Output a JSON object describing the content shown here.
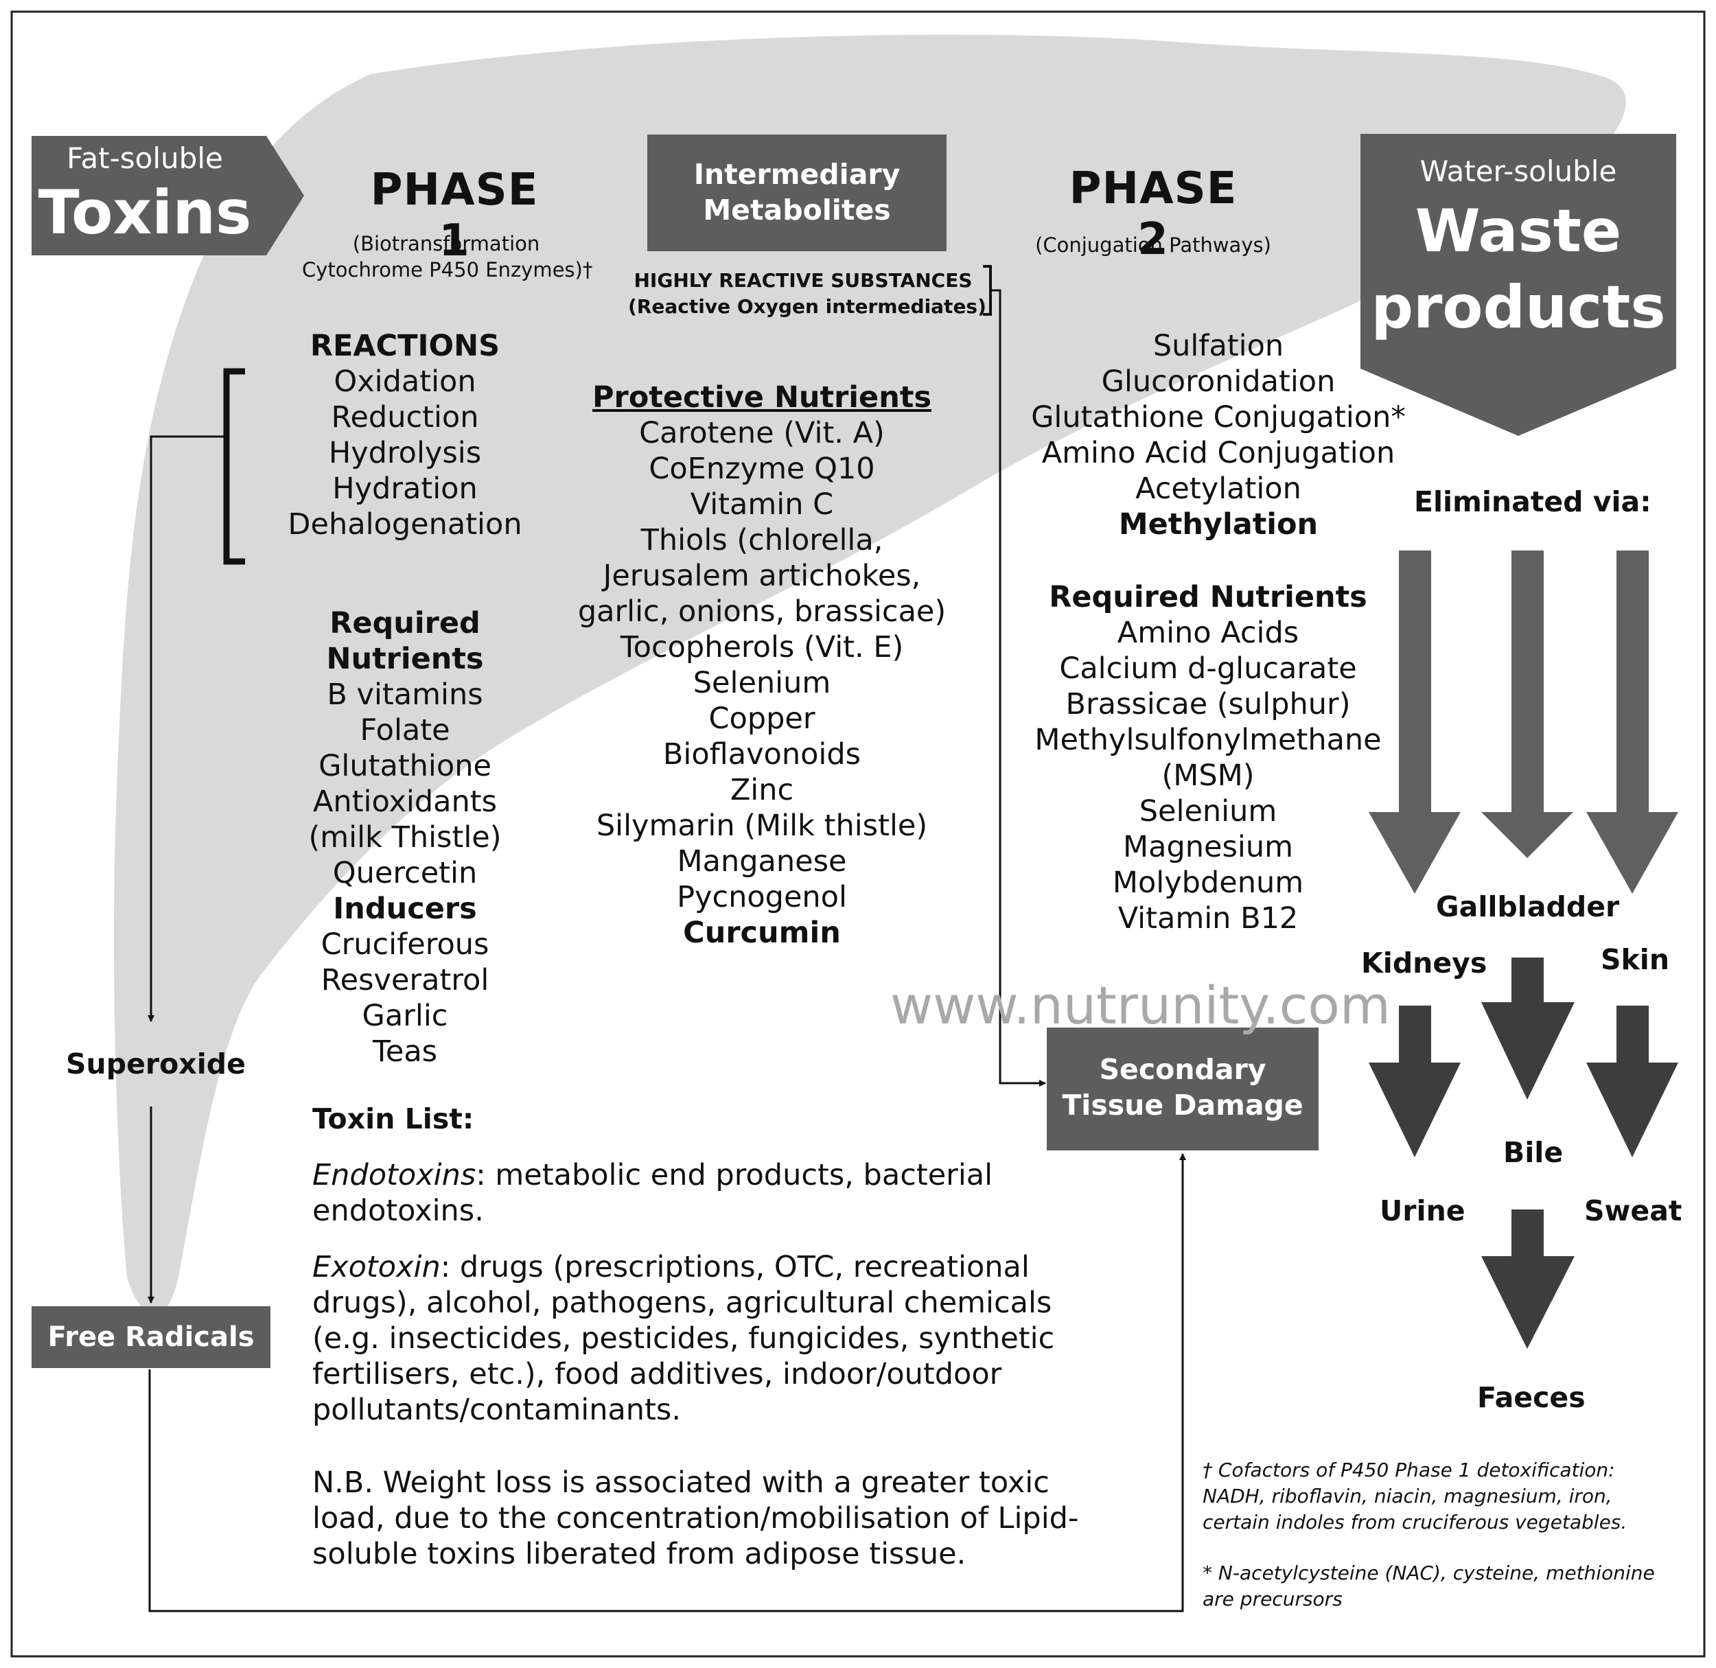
{
  "left": {
    "fat_soluble": "Fat-soluble",
    "toxins": "Toxins",
    "superoxide": "Superoxide",
    "free_radicals": "Free Radicals"
  },
  "phase1": {
    "title": "PHASE 1",
    "subtitle_line1": "(Biotransformation",
    "subtitle_line2": "Cytochrome P450 Enzymes)†",
    "reactions_heading": "REACTIONS",
    "reactions": [
      "Oxidation",
      "Reduction",
      "Hydrolysis",
      "Hydration",
      "Dehalogenation"
    ],
    "required_heading": "Required Nutrients",
    "required": [
      "B vitamins",
      "Folate",
      "Glutathione",
      "Antioxidants",
      "(milk Thistle)",
      "Quercetin"
    ],
    "inducers_heading": "Inducers",
    "inducers": [
      "Cruciferous",
      "Resveratrol",
      "Garlic",
      "Teas"
    ]
  },
  "intermediary": {
    "box_line1": "Intermediary",
    "box_line2": "Metabolites",
    "reactive_line1": "HIGHLY REACTIVE SUBSTANCES",
    "reactive_line2": "(Reactive Oxygen intermediates)",
    "protective_heading": "Protective Nutrients",
    "protective": [
      "Carotene (Vit. A)",
      "CoEnzyme Q10",
      "Vitamin C",
      "Thiols (chlorella,",
      "Jerusalem artichokes,",
      "garlic, onions, brassicae)",
      "Tocopherols (Vit. E)",
      "Selenium",
      "Copper",
      "Bioflavonoids",
      "Zinc",
      "Silymarin (Milk thistle)",
      "Manganese",
      "Pycnogenol"
    ],
    "protective_last_bold": "Curcumin"
  },
  "phase2": {
    "title": "PHASE 2",
    "subtitle": "(Conjugation Pathways)",
    "pathways": [
      "Sulfation",
      "Glucoronidation",
      "Glutathione Conjugation*",
      "Amino Acid Conjugation",
      "Acetylation"
    ],
    "pathways_last_bold": "Methylation",
    "required_heading": "Required Nutrients",
    "required": [
      "Amino Acids",
      "Calcium d-glucarate",
      "Brassicae (sulphur)",
      "Methylsulfonylmethane",
      "(MSM)",
      "Selenium",
      "Magnesium",
      "Molybdenum",
      "Vitamin B12"
    ]
  },
  "waste": {
    "water_soluble": "Water-soluble",
    "waste": "Waste",
    "products": "products",
    "eliminated_via": "Eliminated via:",
    "gallbladder": "Gallbladder",
    "kidneys": "Kidneys",
    "skin": "Skin",
    "bile": "Bile",
    "urine": "Urine",
    "sweat": "Sweat",
    "faeces": "Faeces"
  },
  "secondary": {
    "line1": "Secondary",
    "line2": "Tissue Damage"
  },
  "watermark": "www.nutrunity.com",
  "toxin_list": {
    "heading": "Toxin List:",
    "endo_term": "Endotoxins",
    "endo_text": ": metabolic end products, bacterial endotoxins.",
    "exo_term": "Exotoxin",
    "exo_text": ": drugs (prescriptions, OTC, recreational drugs), alcohol, pathogens, agricultural chemicals (e.g. insecticides, pesticides, fungicides, synthetic fertilisers, etc.), food additives, indoor/outdoor pollutants/contaminants.",
    "nb": "N.B. Weight loss is associated with a greater toxic load, due to the concentration/mobilisation of Lipid-soluble toxins liberated from adipose tissue."
  },
  "footnotes": {
    "dagger": "† Cofactors of P450 Phase 1 detoxification: NADH, riboflavin, niacin, magnesium, iron, certain indoles from cruciferous vegetables.",
    "asterisk": "* N-acetylcysteine (NAC), cysteine, methionine are precursors"
  },
  "colors": {
    "liver_fill": "#d9d9d9",
    "box_fill": "#5d5d5d",
    "arrow_light": "#606060",
    "arrow_dark": "#3d3d3d"
  }
}
